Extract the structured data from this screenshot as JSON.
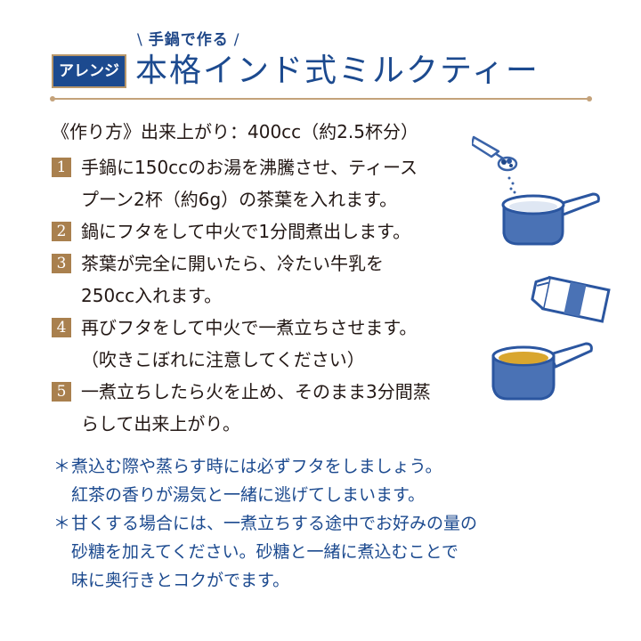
{
  "header": {
    "subtitle": "手鍋で作る",
    "subtitle_left_deco": "\\",
    "subtitle_right_deco": "/",
    "badge_label": "アレンジ",
    "title": "本格インド式ミルクティー"
  },
  "recipe": {
    "header": "《作り方》出来上がり：400cc（約2.5杯分）",
    "steps": [
      {
        "num": "1",
        "lines": [
          "手鍋に150ccのお湯を沸騰させ、ティース",
          "プーン2杯（約6g）の茶葉を入れます。"
        ]
      },
      {
        "num": "2",
        "lines": [
          "鍋にフタをして中火で1分間煮出します。"
        ]
      },
      {
        "num": "3",
        "lines": [
          "茶葉が完全に開いたら、冷たい牛乳を",
          "250cc入れます。"
        ]
      },
      {
        "num": "4",
        "lines": [
          "再びフタをして中火で一煮立ちさせます。",
          "（吹きこぼれに注意してください）"
        ]
      },
      {
        "num": "5",
        "lines": [
          "一煮立ちしたら火を止め、そのまま3分間蒸",
          "らして出来上がり。"
        ]
      }
    ]
  },
  "notes": [
    {
      "mark": "＊",
      "lines": [
        "煮込む際や蒸らす時には必ずフタをしましょう。",
        "紅茶の香りが湯気と一緒に逃げてしまいます。"
      ]
    },
    {
      "mark": "＊",
      "lines": [
        "甘くする場合には、一煮立ちする途中でお好みの量の",
        "砂糖を加えてください。砂糖と一緒に煮込むことで",
        "味に奥行きとコクがでます。"
      ]
    }
  ],
  "illustrations": [
    {
      "name": "teaspoon-pouring-leaves-into-pot",
      "icon": "saucepan-with-spoon-icon"
    },
    {
      "name": "milk-carton-pouring",
      "icon": "milk-carton-icon"
    },
    {
      "name": "pot-with-tea",
      "icon": "saucepan-with-tea-icon"
    }
  ],
  "colors": {
    "accent_blue": "#1c4a8f",
    "accent_gold": "#a9804e",
    "divider": "#c4a27a",
    "text": "#231815",
    "tea": "#d9a62e"
  }
}
